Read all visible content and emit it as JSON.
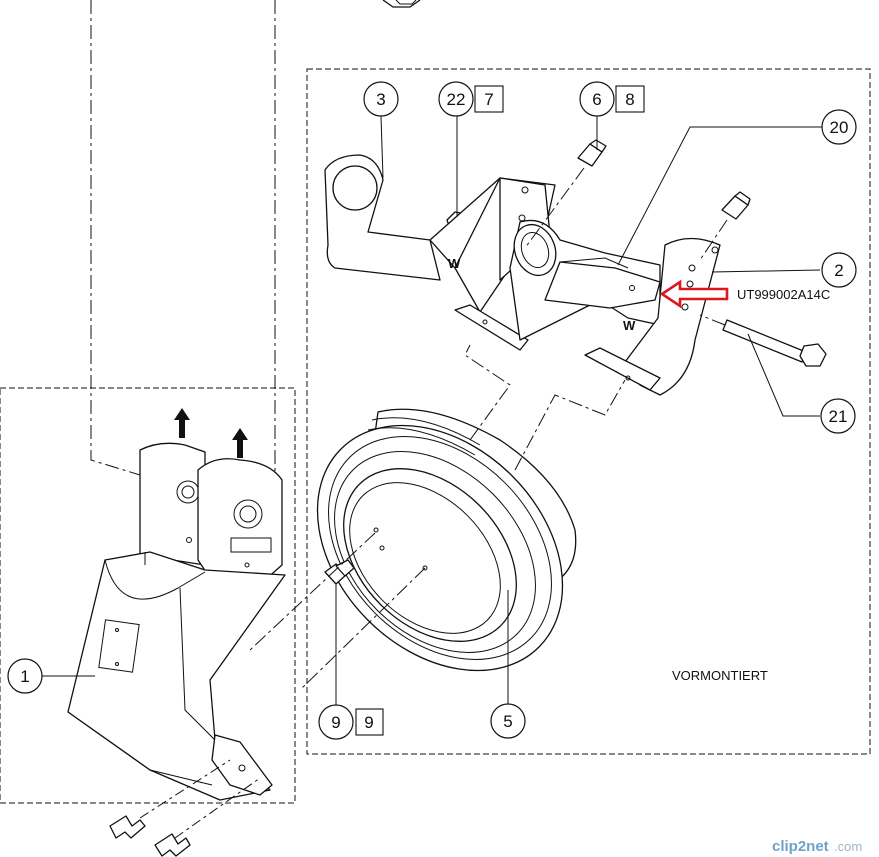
{
  "callouts": {
    "c1": "1",
    "c2": "2",
    "c3": "3",
    "c5": "5",
    "c6": "6",
    "c9": "9",
    "c20": "20",
    "c21": "21",
    "c22": "22"
  },
  "quantities": {
    "q6": "8",
    "q9": "9",
    "q22": "7"
  },
  "annotations": {
    "part_number": "UT999002A14C",
    "preassembled": "VORMONTIERT",
    "watermark_main": "clip2net",
    "watermark_tld": ".com"
  },
  "colors": {
    "ink": "#111111",
    "highlight_arrow": "#e0161c",
    "watermark": "#6ea3c8"
  }
}
